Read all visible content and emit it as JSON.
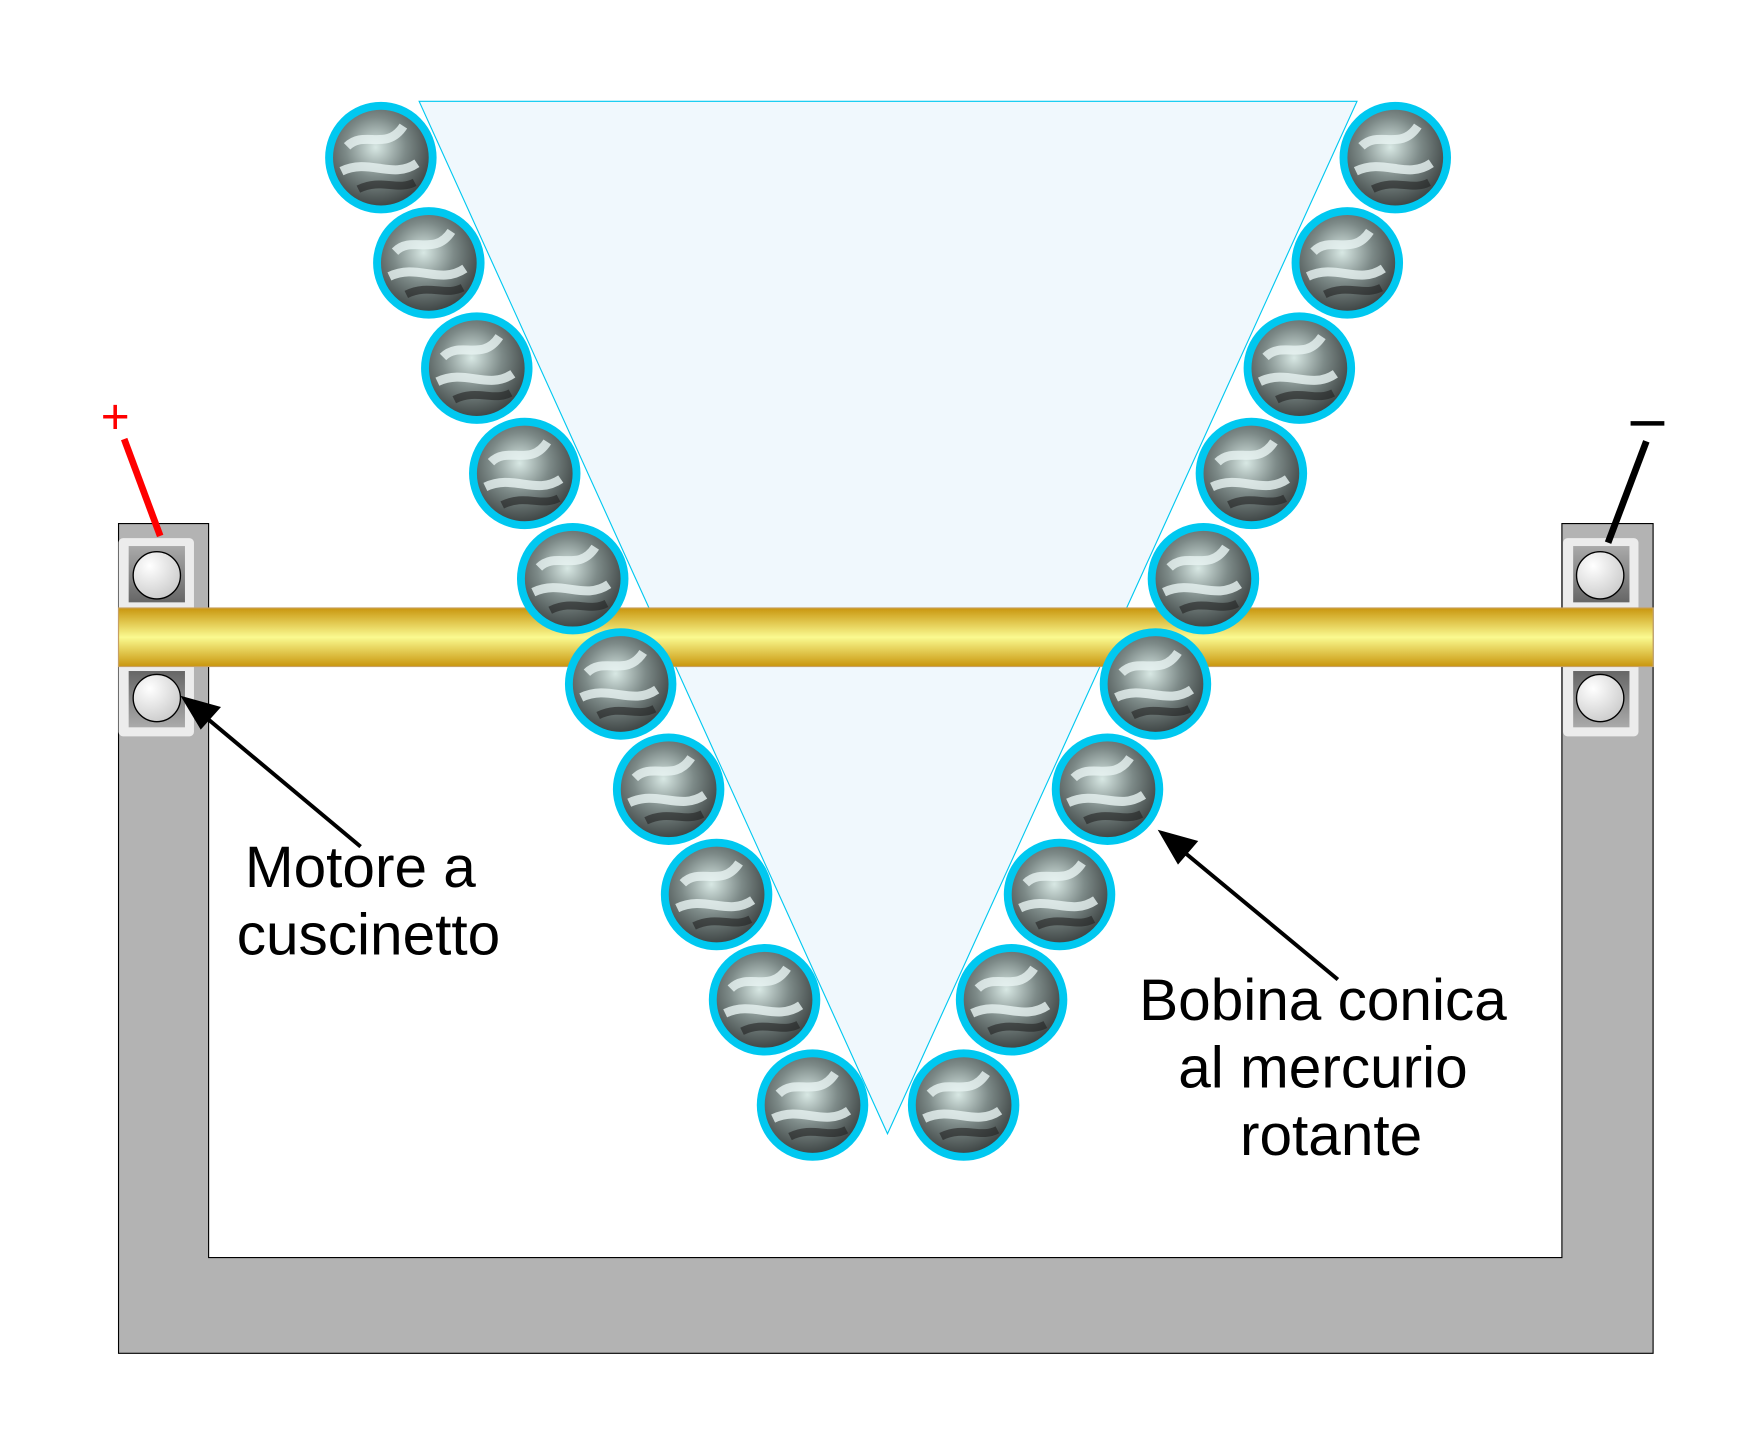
{
  "labels": {
    "bearing_motor": [
      "Motore a",
      "cuscinetto"
    ],
    "coil": [
      "Bobina conica",
      "al mercurio",
      "rotante"
    ],
    "plus": "+",
    "minus": "−"
  },
  "colors": {
    "frame": "#b3b3b3",
    "rod": "#e8c020",
    "coil_outline": "#00c8f0",
    "cone_fill": "#f0f8fd",
    "positive_wire": "#ff0000",
    "negative_wire": "#000000"
  },
  "coil_turns_per_side": 10
}
